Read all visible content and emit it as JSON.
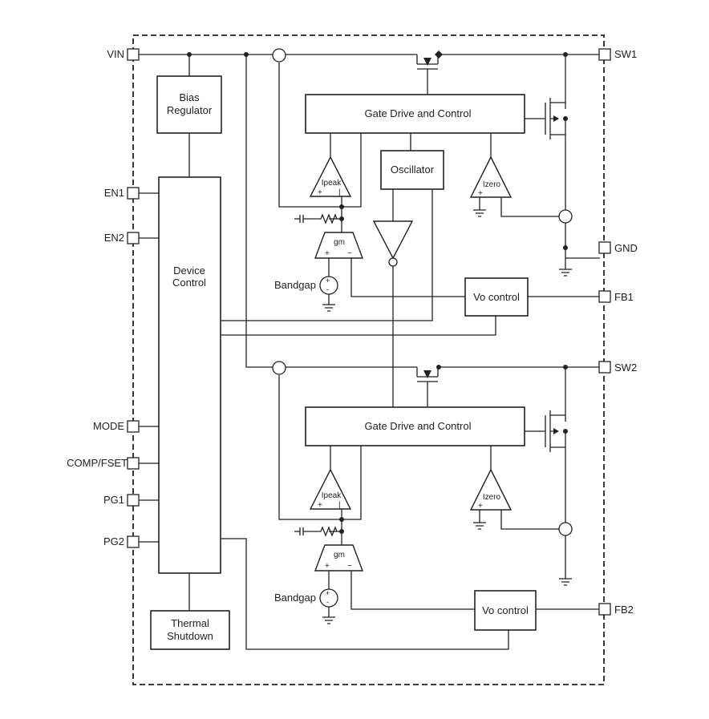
{
  "pins": {
    "vin": "VIN",
    "en1": "EN1",
    "en2": "EN2",
    "mode": "MODE",
    "comp_fset": "COMP/FSET",
    "pg1": "PG1",
    "pg2": "PG2",
    "sw1": "SW1",
    "gnd": "GND",
    "fb1": "FB1",
    "sw2": "SW2",
    "fb2": "FB2"
  },
  "blocks": {
    "bias_line1": "Bias",
    "bias_line2": "Regulator",
    "device_line1": "Device",
    "device_line2": "Control",
    "thermal_line1": "Thermal",
    "thermal_line2": "Shutdown",
    "gate_drive_1": "Gate Drive and Control",
    "gate_drive_2": "Gate Drive and Control",
    "oscillator": "Oscillator",
    "vo_control_1": "Vo control",
    "vo_control_2": "Vo control"
  },
  "amps": {
    "ipeak": "Ipeak",
    "izero": "Izero",
    "gm": "gm",
    "plus": "+",
    "minus": "−",
    "bar": "|"
  },
  "refs": {
    "bandgap": "Bandgap"
  }
}
